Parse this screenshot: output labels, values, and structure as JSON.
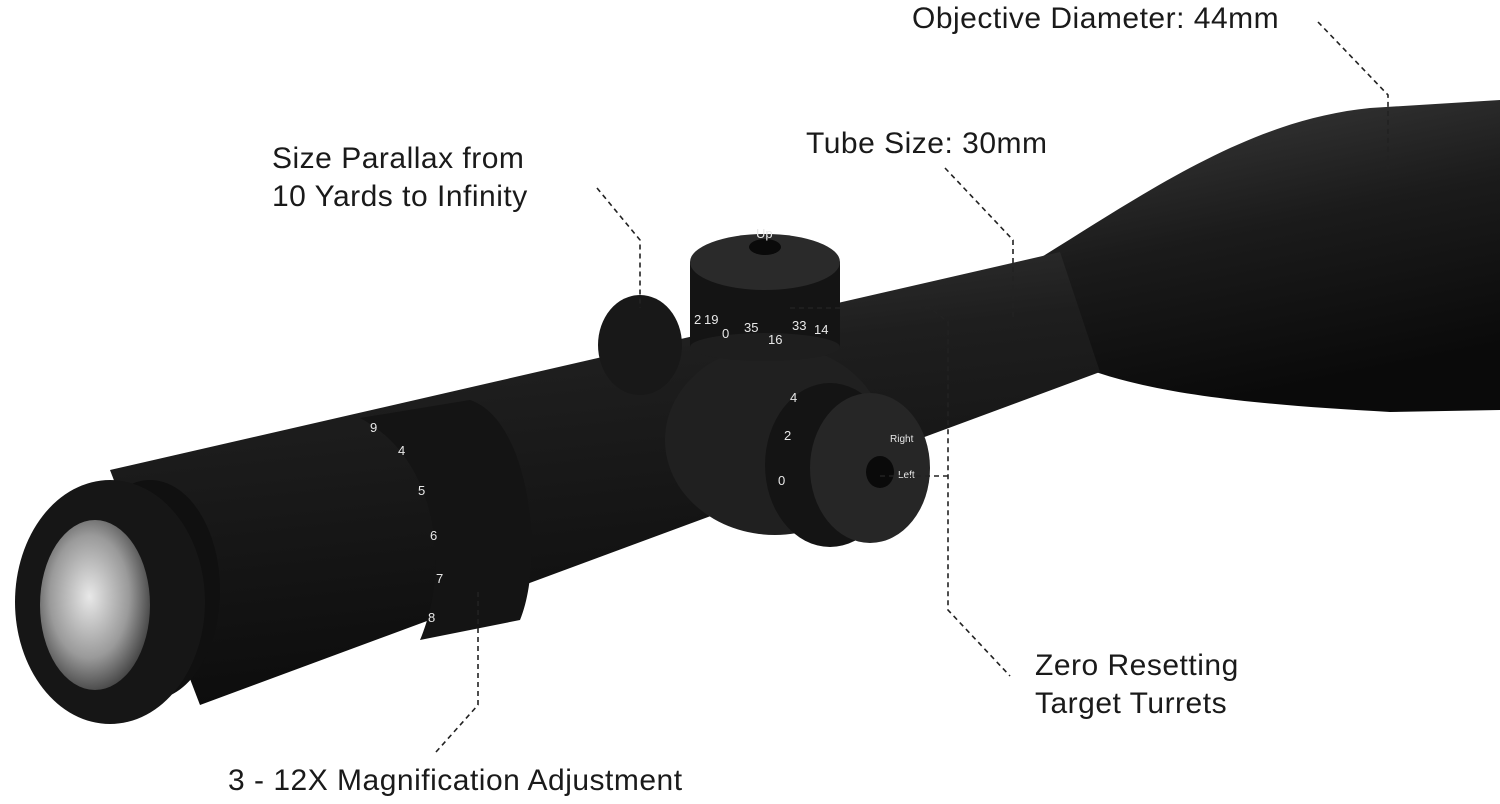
{
  "callouts": {
    "objective": "Objective Diameter: 44mm",
    "tube": "Tube Size: 30mm",
    "parallax_line1": "Size Parallax from",
    "parallax_line2": "10 Yards to Infinity",
    "turrets_line1": "Zero Resetting",
    "turrets_line2": "Target Turrets",
    "magnification": "3 - 12X Magnification Adjustment"
  },
  "turret_markings": {
    "elevation_numbers": [
      "2",
      "19",
      "0",
      "35",
      "16",
      "33",
      "14"
    ],
    "windage_numbers": [
      "4",
      "2",
      "0"
    ],
    "elevation_cap": "Up",
    "windage_cap_right": "Right",
    "windage_cap_left": "Left"
  },
  "magnification_numbers": [
    "9",
    "4",
    "5",
    "6",
    "7",
    "8"
  ],
  "colors": {
    "scope_body": "#1c1c1c",
    "callout_line": "#222222"
  }
}
